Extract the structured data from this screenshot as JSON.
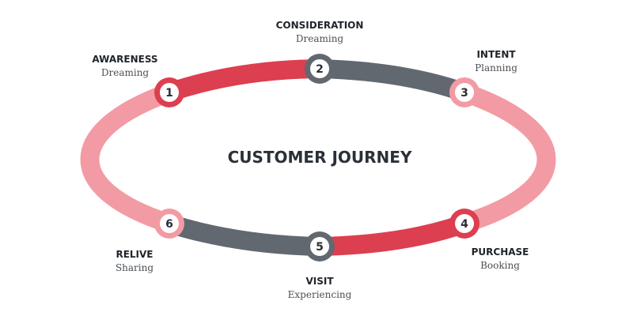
{
  "title": "CUSTOMER JOURNEY",
  "colors": {
    "red": "#dc3f50",
    "gray": "#616870",
    "pink": "#f29ba4",
    "node_fill": "#ffffff"
  },
  "stages": [
    {
      "number": "1",
      "title": "AWARENESS",
      "subtitle": "Dreaming"
    },
    {
      "number": "2",
      "title": "CONSIDERATION",
      "subtitle": "Dreaming"
    },
    {
      "number": "3",
      "title": "INTENT",
      "subtitle": "Planning"
    },
    {
      "number": "4",
      "title": "PURCHASE",
      "subtitle": "Booking"
    },
    {
      "number": "5",
      "title": "VISIT",
      "subtitle": "Experiencing"
    },
    {
      "number": "6",
      "title": "RELIVE",
      "subtitle": "Sharing"
    }
  ]
}
